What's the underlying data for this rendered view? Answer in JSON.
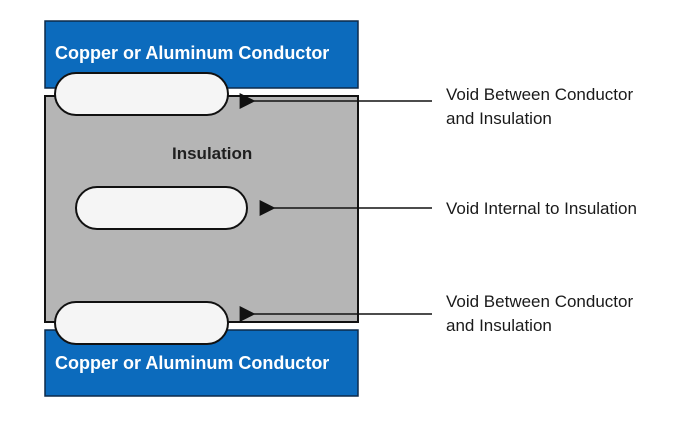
{
  "colors": {
    "conductor": "#0c6bbd",
    "conductor_stroke": "#0d2a4a",
    "insulation": "#b5b5b5",
    "void_fill": "#f5f5f5",
    "outline": "#111111"
  },
  "conductor_top": {
    "label": "Copper or Aluminum Conductor"
  },
  "conductor_bottom": {
    "label": "Copper or Aluminum Conductor"
  },
  "insulation": {
    "label": "Insulation"
  },
  "callouts": {
    "top": {
      "line1": "Void Between Conductor",
      "line2": "and Insulation"
    },
    "middle": {
      "line1": "Void Internal to Insulation"
    },
    "bottom": {
      "line1": "Void Between Conductor",
      "line2": "and Insulation"
    }
  }
}
